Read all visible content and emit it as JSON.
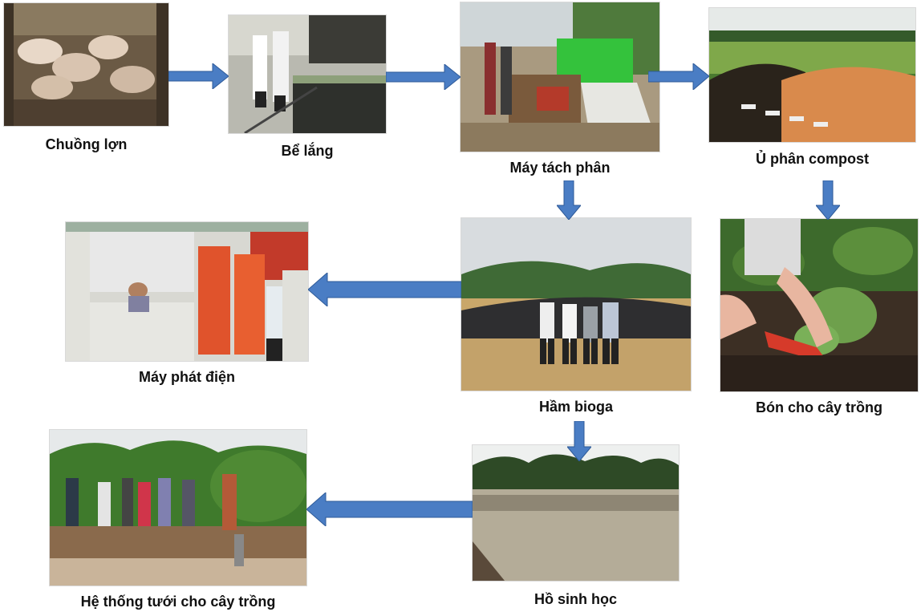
{
  "steps": {
    "pig_pen": "Chuồng lợn",
    "settling_tank": "Bể lắng",
    "separator": "Máy tách phân",
    "compost": "Ủ phân compost",
    "fertilize": "Bón cho cây trồng",
    "biogas": "Hầm bioga",
    "generator": "Máy phát điện",
    "pond": "Hồ sinh học",
    "irrigation": "Hệ thống tưới cho cây trồng"
  },
  "colors": {
    "arrow_fill": "#4a7dc4",
    "arrow_stroke": "#2e5a98"
  }
}
